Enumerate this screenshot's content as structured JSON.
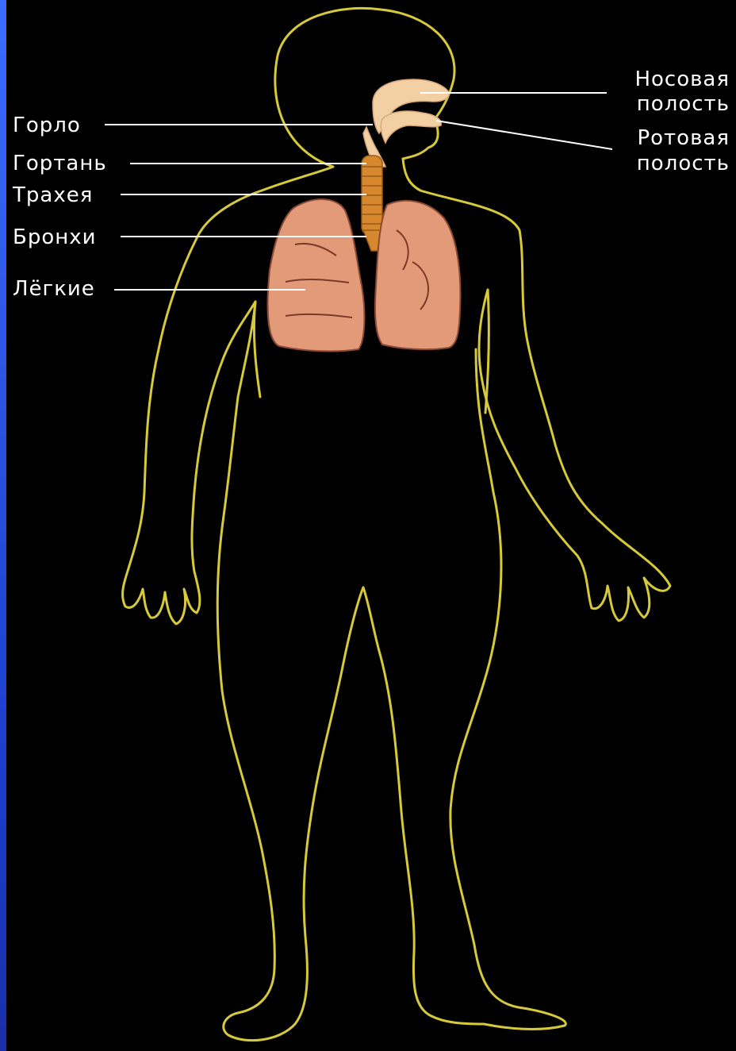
{
  "labels": {
    "throat": "Горло",
    "larynx": "Гортань",
    "trachea": "Трахея",
    "bronchi": "Бронхи",
    "lungs": "Лёгкие",
    "nasal_1": "Носовая",
    "nasal_2": "полость",
    "oral_1": "Ротовая",
    "oral_2": "полость"
  },
  "colors": {
    "background": "#000000",
    "body_outline": "#d6c93a",
    "lungs": "#e39a78",
    "airway": "#f3cfa4",
    "trachea": "#d7882f",
    "label_text": "#ffffff",
    "left_edge": "#2a52e0"
  }
}
